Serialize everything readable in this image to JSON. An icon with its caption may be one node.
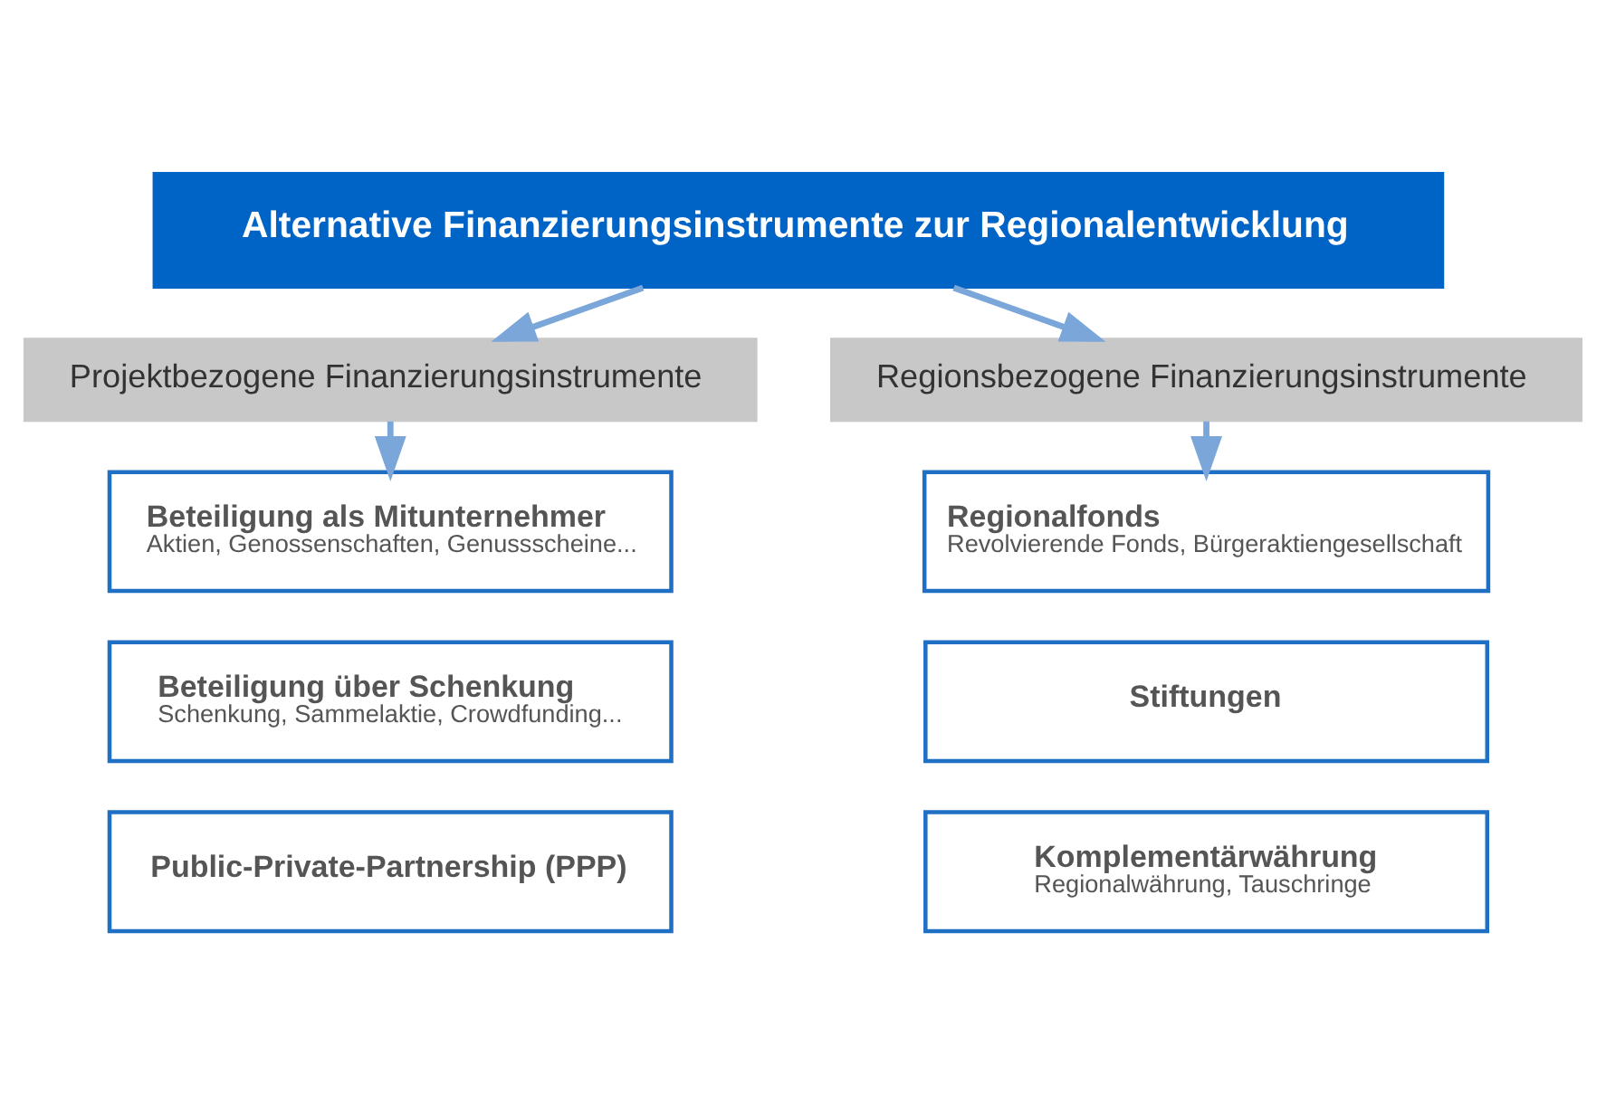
{
  "diagram": {
    "nodes": [
      {
        "text": [
          "Alternative Finanzierungsinstrumente zur Regionalentwicklung"
        ]
      },
      {
        "text": [
          "Projektbezogene Finanzierungsinstrumente"
        ]
      },
      {
        "text": [
          "Regionsbezogene Finanzierungsinstrumente"
        ]
      },
      {
        "text": [
          "Beteiligung als Mitunternehmer",
          "Aktien, Genossenschaften, Genussscheine..."
        ]
      },
      {
        "text": [
          "Beteiligung über Schenkung",
          "Schenkung, Sammelaktie, Crowdfunding..."
        ]
      },
      {
        "text": [
          "Public-Private-Partnership (PPP)"
        ]
      },
      {
        "text": [
          "Regionalfonds",
          "Revolvierende Fonds, Bürgeraktiengesellschaft"
        ]
      },
      {
        "text": [
          "Stiftungen"
        ]
      },
      {
        "text": [
          "Komplementärwährung",
          "Regionalwährung, Tauschringe"
        ]
      }
    ],
    "edges": [
      {
        "from": 0,
        "to": 1,
        "arrow": "to"
      },
      {
        "from": 0,
        "to": 2,
        "arrow": "to"
      },
      {
        "from": 1,
        "to": 3,
        "arrow": "to"
      },
      {
        "from": 2,
        "to": 6,
        "arrow": "to"
      }
    ]
  }
}
